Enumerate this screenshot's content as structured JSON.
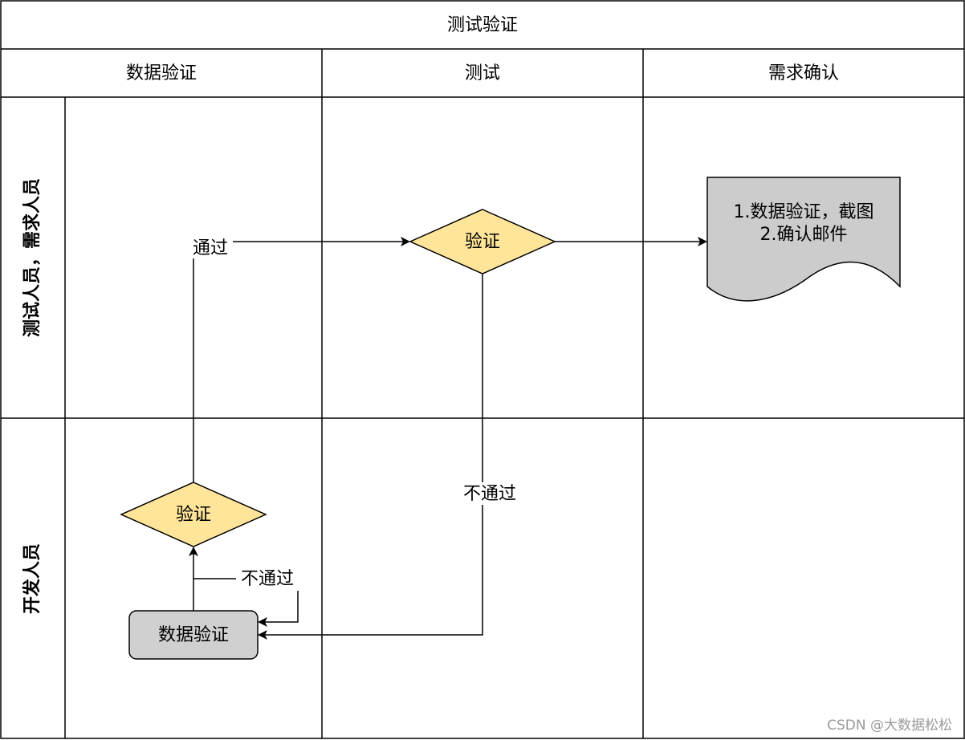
{
  "diagram": {
    "title": "测试验证",
    "columns": [
      "数据验证",
      "测试",
      "需求确认"
    ],
    "lanes": [
      "测试人员，需求人员",
      "开发人员"
    ],
    "nodes": {
      "verify_top": "验证",
      "verify_bottom": "验证",
      "data_verify": "数据验证",
      "document_line1": "1.数据验证，截图",
      "document_line2": "2.确认邮件"
    },
    "edge_labels": {
      "pass": "通过",
      "fail_middle": "不通过",
      "fail_loop": "不通过"
    },
    "colors": {
      "decision_fill": "#FFE599",
      "process_fill": "#D0D0D0",
      "document_fill": "#CCCCCC",
      "line": "#000000"
    }
  },
  "watermark": "CSDN @大数据松松"
}
